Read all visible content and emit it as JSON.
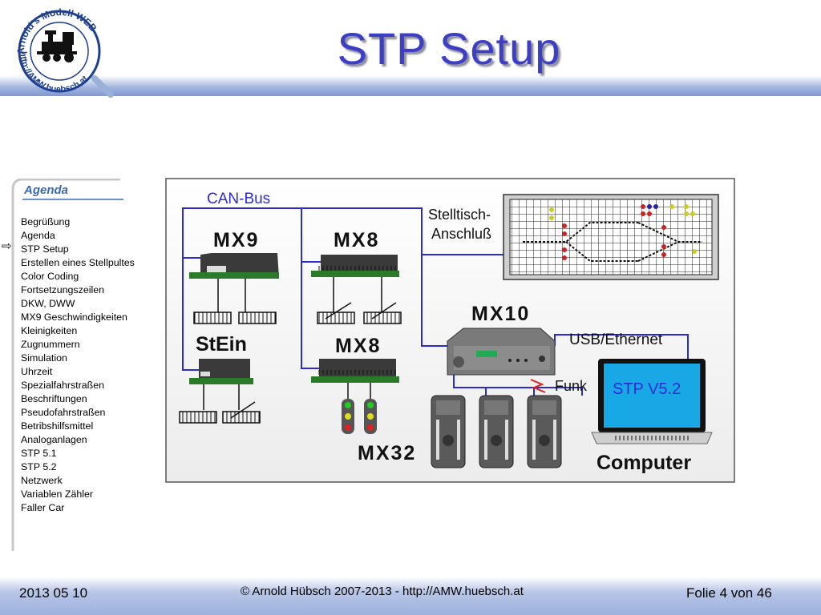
{
  "slide": {
    "title": "STP Setup",
    "logo": {
      "arc_top": "Arnold's Modell WEB",
      "arc_bottom": "http://AMW.huebsch.at"
    }
  },
  "agenda": {
    "title": "Agenda",
    "current_index": 2,
    "items": [
      "Begrüßung",
      "Agenda",
      "STP Setup",
      "Erstellen eines Stellpultes",
      "Color Coding",
      "Fortsetzungszeilen",
      "DKW, DWW",
      "MX9 Geschwindigkeiten",
      "Kleinigkeiten",
      "Zugnummern",
      "Simulation",
      "Uhrzeit",
      "Spezialfahrstraßen",
      "Beschriftungen",
      "Pseudofahrstraßen",
      "Betribshilfsmittel",
      "Analoganlagen",
      "STP 5.1",
      "STP 5.2",
      "Netzwerk",
      "Variablen Zähler",
      "Faller Car"
    ]
  },
  "diagram": {
    "can_bus": "CAN-Bus",
    "mx9": "MX9",
    "mx8_top": "MX8",
    "mx8_bottom": "MX8",
    "stein": "StEin",
    "mx10": "MX10",
    "mx32": "MX32",
    "stelltisch_line1": "Stelltisch-",
    "stelltisch_line2": "Anschluß",
    "usb_ethernet": "USB/Ethernet",
    "funk": "Funk",
    "stp_version": "STP V5.2",
    "computer": "Computer",
    "colors": {
      "bus": "#2b2bd6",
      "panel_bg": "#f4f4f4",
      "screen": "#19a8e6",
      "screen_text": "#2b2bd6"
    }
  },
  "footer": {
    "date": "2013 05 10",
    "copyright": "© Arnold Hübsch 2007-2013   -   http://AMW.huebsch.at",
    "slide_label": "Folie 4 von  46"
  }
}
